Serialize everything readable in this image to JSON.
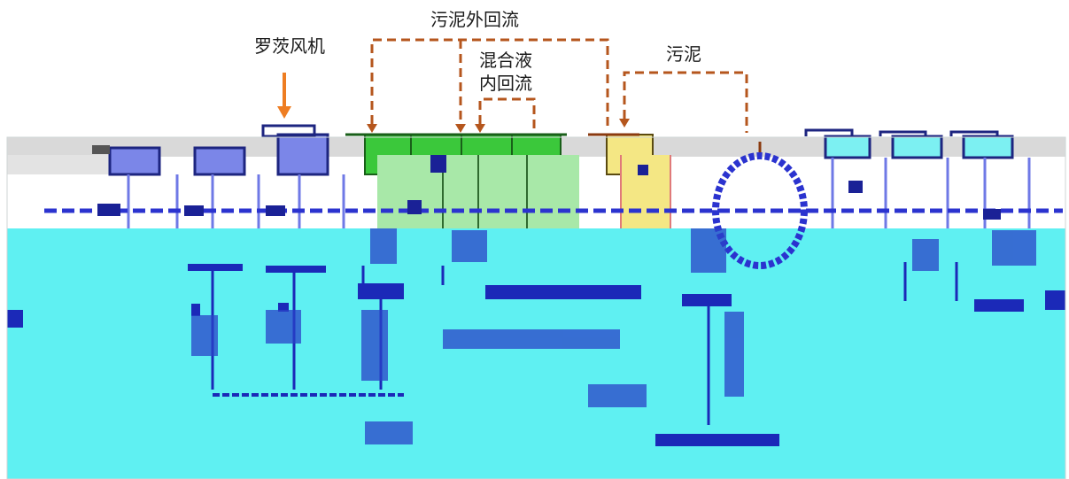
{
  "labels": {
    "sludge_external_return": "污泥外回流",
    "roots_blower": "罗茨风机",
    "mixed_liquor_line1": "混合液",
    "mixed_liquor_line2": "内回流",
    "sludge": "污泥"
  },
  "colors": {
    "return_line": "#b5561d",
    "blower_arrow": "#ee7d22",
    "basin_cyan": "#5ff0f2",
    "anoxic_green": "#3bc83b",
    "settler_yellow": "#f4e784",
    "pipe_blue": "#2b33cf",
    "ground_gray": "#d9d9d9"
  }
}
